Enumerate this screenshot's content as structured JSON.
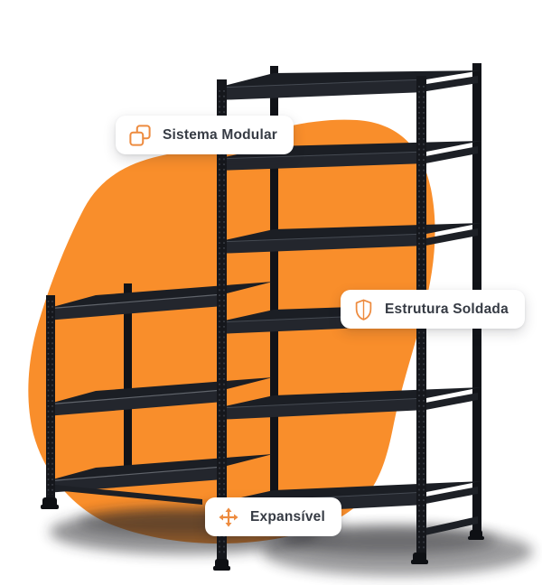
{
  "colors": {
    "background": "#FFFFFF",
    "blob": "#F98E2B",
    "accent": "#ED8B3F",
    "rack": "#1A1D22",
    "badge_background": "#FFFFFF",
    "badge_text": "#363B44"
  },
  "illustration": {
    "description": "Two black boltless steel shelving racks (a tall six-level unit and a short three-level unit) standing in front of an orange organic blob with soft floor shadows",
    "tall_rack_shelves": 6,
    "short_rack_shelves": 3
  },
  "badges": [
    {
      "label": "Sistema Modular",
      "icon": "copy-icon"
    },
    {
      "label": "Estrutura Soldada",
      "icon": "shield-icon"
    },
    {
      "label": "Expansível",
      "icon": "move-icon"
    }
  ]
}
